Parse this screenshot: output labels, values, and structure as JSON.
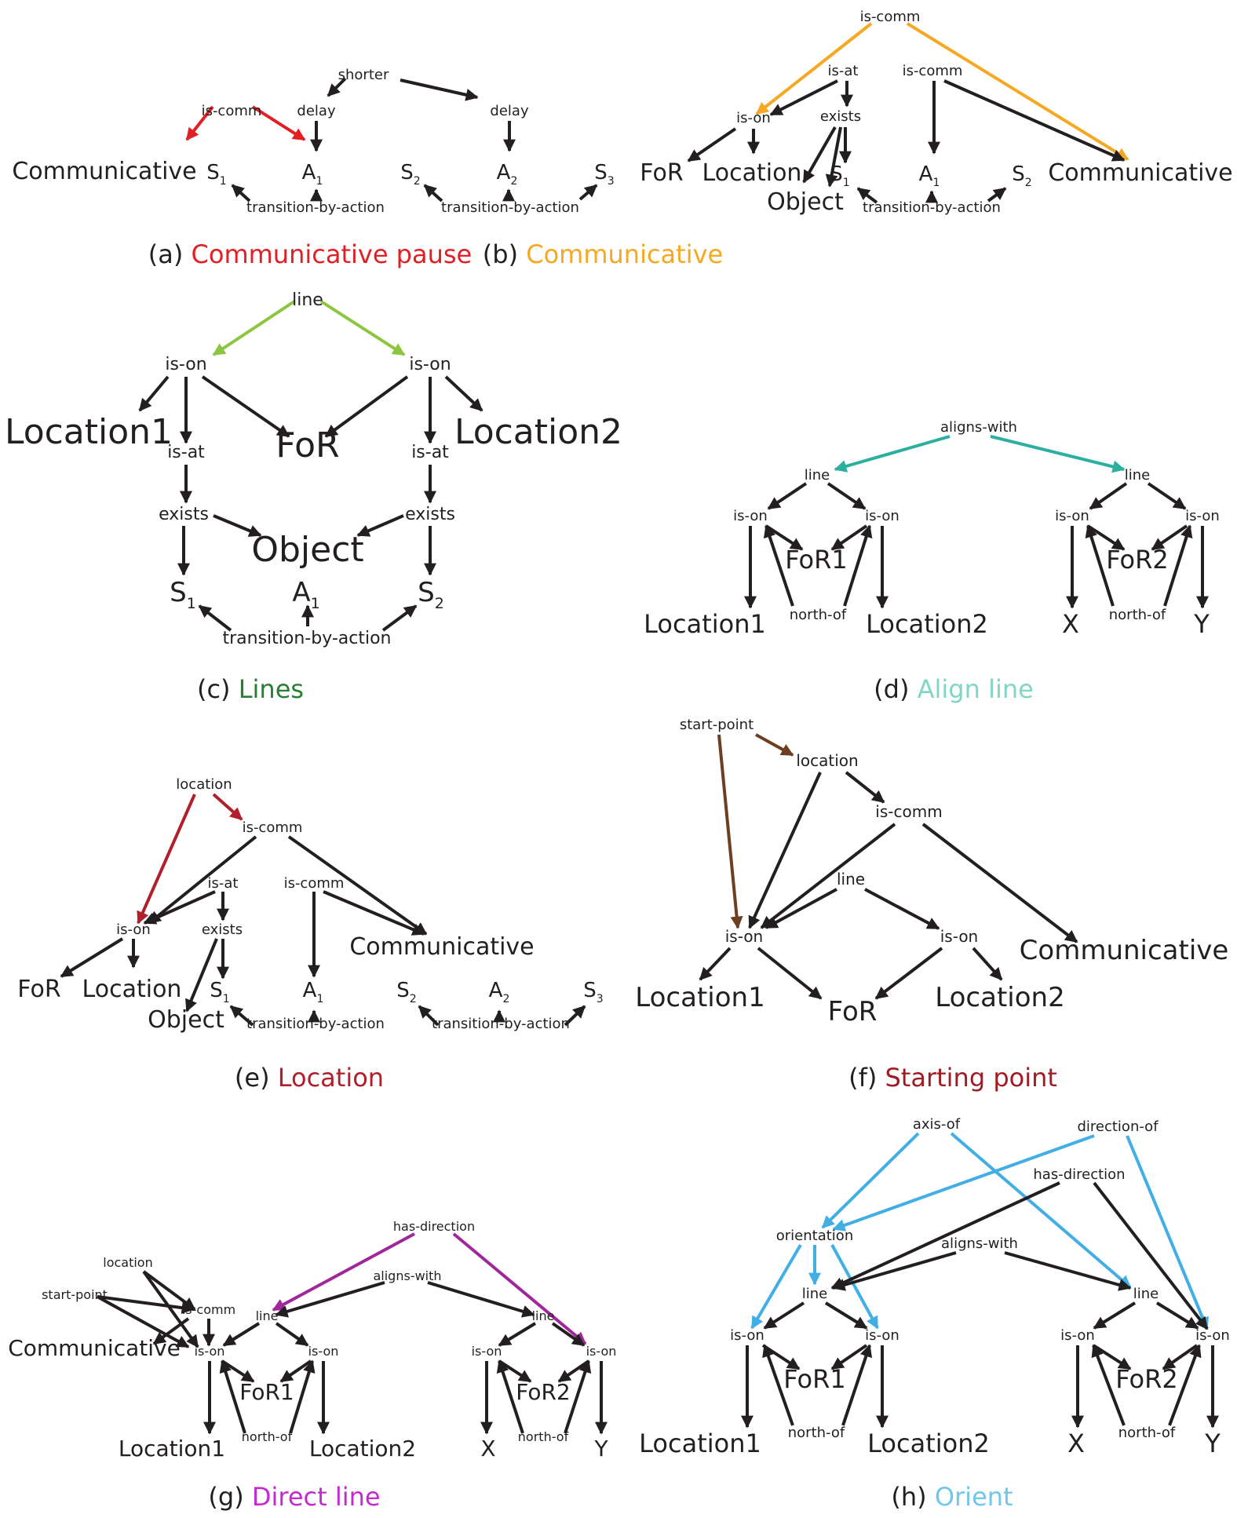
{
  "colors": {
    "black": "#231f20",
    "red": "#e31e24",
    "orange": "#f7a823",
    "lime": "#8cc63f",
    "green": "#267f32",
    "teal": "#2bb0a0",
    "mint": "#7fd6c4",
    "crimson": "#b01f2a",
    "brown": "#6b3f1f",
    "darkred": "#a01c24",
    "purple": "#a0269b",
    "magenta": "#c52ad0",
    "blue": "#41aee6",
    "lightblue": "#70c6ec"
  },
  "panels": [
    {
      "letter": "(a)",
      "title": "Communicative pause",
      "title_color": "red",
      "nodes": [
        {
          "id": "a_iscomm",
          "text": "is-comm",
          "color": "red"
        },
        {
          "id": "a_comm",
          "text": "Communicative",
          "color": "red"
        },
        {
          "id": "a_shorter",
          "text": "shorter"
        },
        {
          "id": "a_delay1",
          "text": "delay"
        },
        {
          "id": "a_delay2",
          "text": "delay"
        },
        {
          "id": "a_s1",
          "text": "S",
          "sub": "1"
        },
        {
          "id": "a_a1",
          "text": "A",
          "sub": "1"
        },
        {
          "id": "a_s2",
          "text": "S",
          "sub": "2"
        },
        {
          "id": "a_a2",
          "text": "A",
          "sub": "2"
        },
        {
          "id": "a_s3",
          "text": "S",
          "sub": "3"
        },
        {
          "id": "a_tba1",
          "text": "transition-by-action"
        },
        {
          "id": "a_tba2",
          "text": "transition-by-action"
        }
      ]
    },
    {
      "letter": "(b)",
      "title": "Communicative",
      "title_color": "orange",
      "nodes": [
        {
          "id": "b_iscomm_top",
          "text": "is-comm",
          "color": "orange"
        },
        {
          "id": "b_isat",
          "text": "is-at"
        },
        {
          "id": "b_iscomm",
          "text": "is-comm"
        },
        {
          "id": "b_ison",
          "text": "is-on"
        },
        {
          "id": "b_exists",
          "text": "exists"
        },
        {
          "id": "b_for",
          "text": "FoR"
        },
        {
          "id": "b_location",
          "text": "Location"
        },
        {
          "id": "b_s1",
          "text": "S",
          "sub": "1"
        },
        {
          "id": "b_a1",
          "text": "A",
          "sub": "1"
        },
        {
          "id": "b_s2",
          "text": "S",
          "sub": "2"
        },
        {
          "id": "b_comm",
          "text": "Communicative"
        },
        {
          "id": "b_object",
          "text": "Object"
        },
        {
          "id": "b_tba",
          "text": "transition-by-action"
        }
      ]
    },
    {
      "letter": "(c)",
      "title": "Lines",
      "title_color": "green",
      "nodes": [
        {
          "id": "c_line",
          "text": "line",
          "color": "lime"
        },
        {
          "id": "c_ison1",
          "text": "is-on"
        },
        {
          "id": "c_ison2",
          "text": "is-on"
        },
        {
          "id": "c_loc1",
          "text": "Location1"
        },
        {
          "id": "c_for",
          "text": "FoR"
        },
        {
          "id": "c_loc2",
          "text": "Location2"
        },
        {
          "id": "c_isat1",
          "text": "is-at"
        },
        {
          "id": "c_isat2",
          "text": "is-at"
        },
        {
          "id": "c_exists1",
          "text": "exists"
        },
        {
          "id": "c_exists2",
          "text": "exists"
        },
        {
          "id": "c_object",
          "text": "Object"
        },
        {
          "id": "c_s1",
          "text": "S",
          "sub": "1"
        },
        {
          "id": "c_a1",
          "text": "A",
          "sub": "1"
        },
        {
          "id": "c_s2",
          "text": "S",
          "sub": "2"
        },
        {
          "id": "c_tba",
          "text": "transition-by-action"
        }
      ]
    },
    {
      "letter": "(d)",
      "title": "Align line",
      "title_color": "mint",
      "nodes": [
        {
          "id": "d_aligns",
          "text": "aligns-with",
          "color": "teal"
        },
        {
          "id": "d_line1",
          "text": "line"
        },
        {
          "id": "d_line2",
          "text": "line"
        },
        {
          "id": "d_ison1",
          "text": "is-on"
        },
        {
          "id": "d_ison2",
          "text": "is-on"
        },
        {
          "id": "d_ison3",
          "text": "is-on"
        },
        {
          "id": "d_ison4",
          "text": "is-on"
        },
        {
          "id": "d_for1",
          "text": "FoR1"
        },
        {
          "id": "d_for2",
          "text": "FoR2"
        },
        {
          "id": "d_north1",
          "text": "north-of"
        },
        {
          "id": "d_north2",
          "text": "north-of"
        },
        {
          "id": "d_loc1",
          "text": "Location1"
        },
        {
          "id": "d_loc2",
          "text": "Location2"
        },
        {
          "id": "d_x",
          "text": "X"
        },
        {
          "id": "d_y",
          "text": "Y"
        }
      ]
    },
    {
      "letter": "(e)",
      "title": "Location",
      "title_color": "crimson",
      "nodes": [
        {
          "id": "e_location",
          "text": "location",
          "color": "crimson"
        },
        {
          "id": "e_iscomm_top",
          "text": "is-comm"
        },
        {
          "id": "e_isat",
          "text": "is-at"
        },
        {
          "id": "e_iscomm",
          "text": "is-comm"
        },
        {
          "id": "e_ison",
          "text": "is-on"
        },
        {
          "id": "e_exists",
          "text": "exists"
        },
        {
          "id": "e_comm",
          "text": "Communicative"
        },
        {
          "id": "e_for",
          "text": "FoR"
        },
        {
          "id": "e_loc",
          "text": "Location"
        },
        {
          "id": "e_object",
          "text": "Object"
        },
        {
          "id": "e_s1",
          "text": "S",
          "sub": "1"
        },
        {
          "id": "e_a1",
          "text": "A",
          "sub": "1"
        },
        {
          "id": "e_s2",
          "text": "S",
          "sub": "2"
        },
        {
          "id": "e_a2",
          "text": "A",
          "sub": "2"
        },
        {
          "id": "e_s3",
          "text": "S",
          "sub": "3"
        },
        {
          "id": "e_tba1",
          "text": "transition-by-action"
        },
        {
          "id": "e_tba2",
          "text": "transition-by-action"
        }
      ]
    },
    {
      "letter": "(f)",
      "title": "Starting point",
      "title_color": "darkred",
      "nodes": [
        {
          "id": "f_start",
          "text": "start-point",
          "color": "brown"
        },
        {
          "id": "f_location",
          "text": "location"
        },
        {
          "id": "f_iscomm",
          "text": "is-comm"
        },
        {
          "id": "f_line",
          "text": "line"
        },
        {
          "id": "f_ison1",
          "text": "is-on"
        },
        {
          "id": "f_ison2",
          "text": "is-on"
        },
        {
          "id": "f_comm",
          "text": "Communicative"
        },
        {
          "id": "f_loc1",
          "text": "Location1"
        },
        {
          "id": "f_for",
          "text": "FoR"
        },
        {
          "id": "f_loc2",
          "text": "Location2"
        }
      ]
    },
    {
      "letter": "(g)",
      "title": "Direct line",
      "title_color": "magenta",
      "nodes": [
        {
          "id": "g_hasdir",
          "text": "has-direction",
          "color": "purple"
        },
        {
          "id": "g_location",
          "text": "location"
        },
        {
          "id": "g_start",
          "text": "start-point"
        },
        {
          "id": "g_iscomm",
          "text": "is-comm"
        },
        {
          "id": "g_aligns",
          "text": "aligns-with"
        },
        {
          "id": "g_comm",
          "text": "Communicative"
        },
        {
          "id": "g_line1",
          "text": "line"
        },
        {
          "id": "g_line2",
          "text": "line"
        },
        {
          "id": "g_ison1",
          "text": "is-on"
        },
        {
          "id": "g_ison2",
          "text": "is-on"
        },
        {
          "id": "g_ison3",
          "text": "is-on"
        },
        {
          "id": "g_ison4",
          "text": "is-on"
        },
        {
          "id": "g_for1",
          "text": "FoR1"
        },
        {
          "id": "g_for2",
          "text": "FoR2"
        },
        {
          "id": "g_north1",
          "text": "north-of"
        },
        {
          "id": "g_north2",
          "text": "north-of"
        },
        {
          "id": "g_loc1",
          "text": "Location1"
        },
        {
          "id": "g_loc2",
          "text": "Location2"
        },
        {
          "id": "g_x",
          "text": "X"
        },
        {
          "id": "g_y",
          "text": "Y"
        }
      ]
    },
    {
      "letter": "(h)",
      "title": "Orient",
      "title_color": "lightblue",
      "nodes": [
        {
          "id": "h_axis",
          "text": "axis-of",
          "color": "blue"
        },
        {
          "id": "h_dirof",
          "text": "direction-of",
          "color": "blue"
        },
        {
          "id": "h_hasdir",
          "text": "has-direction"
        },
        {
          "id": "h_orient",
          "text": "orientation",
          "color": "blue"
        },
        {
          "id": "h_aligns",
          "text": "aligns-with"
        },
        {
          "id": "h_line1",
          "text": "line"
        },
        {
          "id": "h_line2",
          "text": "line"
        },
        {
          "id": "h_ison1",
          "text": "is-on"
        },
        {
          "id": "h_ison2",
          "text": "is-on"
        },
        {
          "id": "h_ison3",
          "text": "is-on"
        },
        {
          "id": "h_ison4",
          "text": "is-on"
        },
        {
          "id": "h_for1",
          "text": "FoR1"
        },
        {
          "id": "h_for2",
          "text": "FoR2"
        },
        {
          "id": "h_north1",
          "text": "north-of"
        },
        {
          "id": "h_north2",
          "text": "north-of"
        },
        {
          "id": "h_loc1",
          "text": "Location1"
        },
        {
          "id": "h_loc2",
          "text": "Location2"
        },
        {
          "id": "h_x",
          "text": "X"
        },
        {
          "id": "h_y",
          "text": "Y"
        }
      ]
    }
  ]
}
